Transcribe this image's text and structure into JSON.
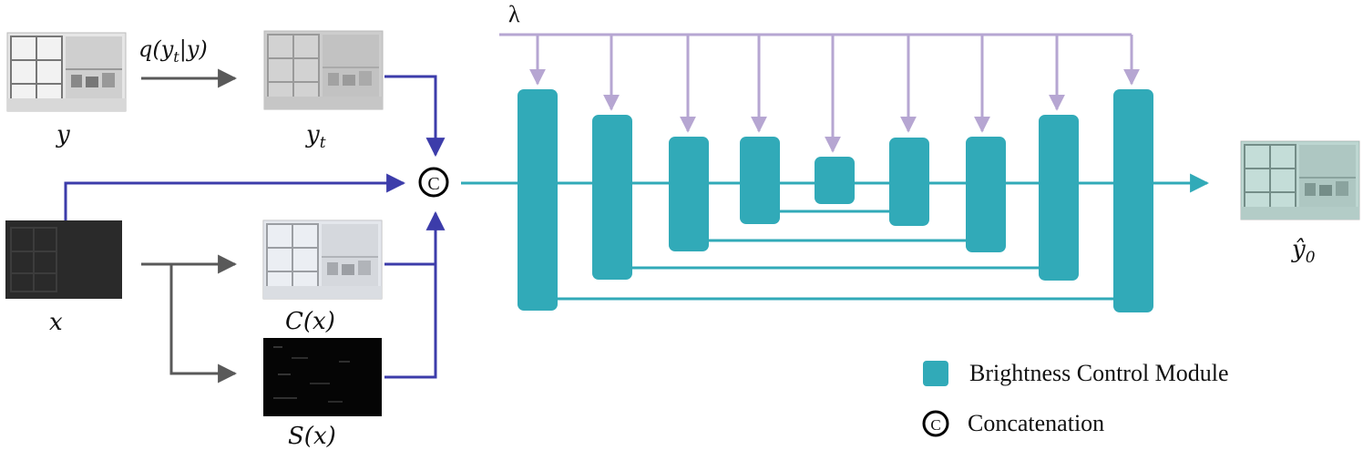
{
  "labels": {
    "lambda": "λ",
    "q": "q(y_t|y)",
    "y": "y",
    "yt": "y_t",
    "x": "x",
    "cx": "C(x)",
    "sx": "S(x)",
    "y0": "ŷ_0",
    "concat_symbol": "C"
  },
  "legend": {
    "module_label": "Brightness Control Module",
    "concat_label": "Concatenation"
  },
  "colors": {
    "teal": "#31aab8",
    "purple": "#b6a6d2",
    "blue": "#3c3caa",
    "gray": "#595959"
  },
  "images": {
    "y": "kitchen-cabinet-photo",
    "yt": "noisy-cabinet-photo",
    "x": "dark-cabinet-photo",
    "cx": "color-map-photo",
    "sx": "noise-map-photo",
    "y0": "output-cabinet-photo"
  }
}
